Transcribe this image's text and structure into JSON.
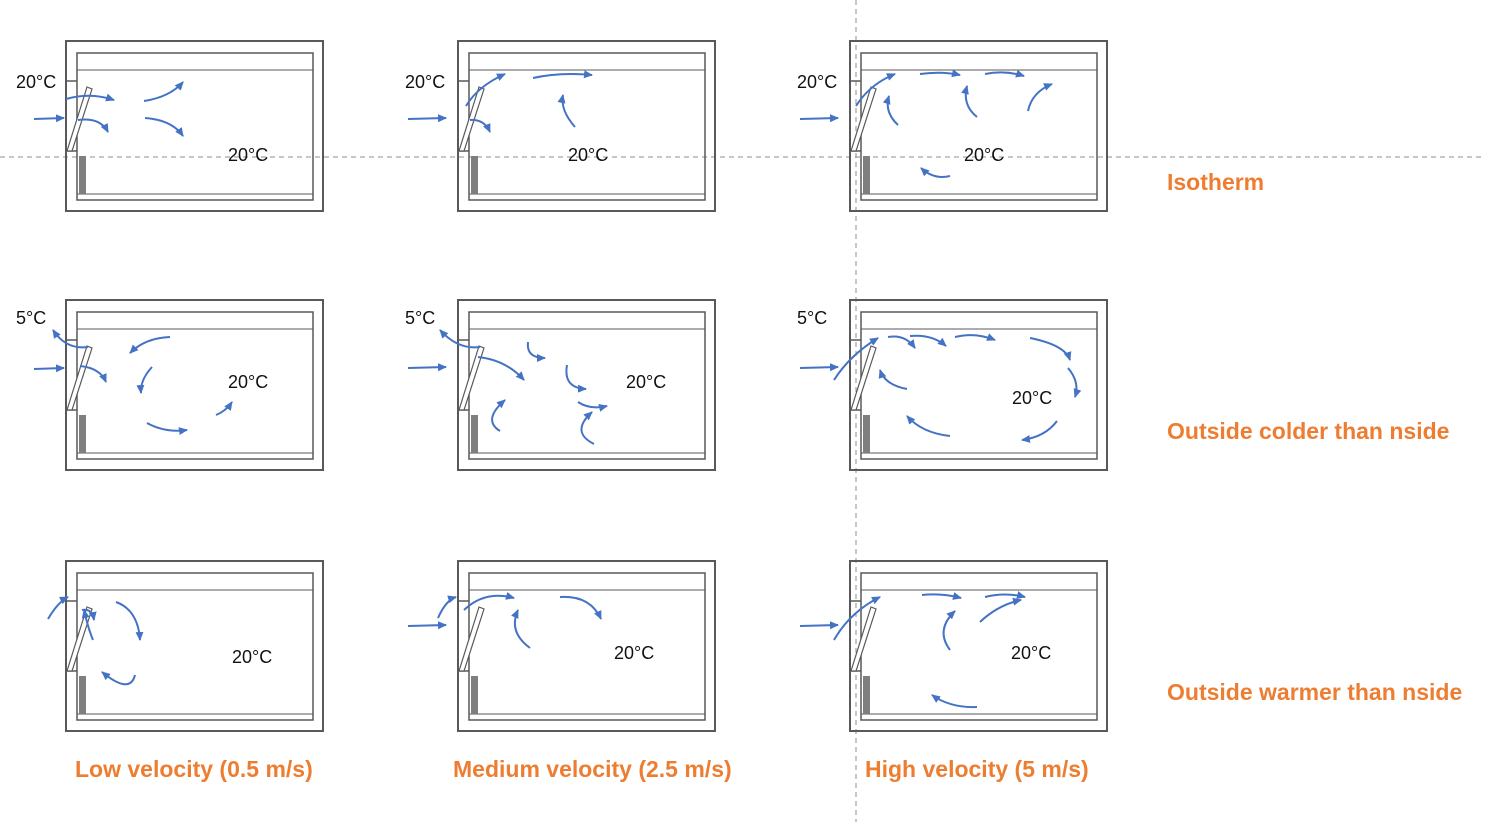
{
  "colors": {
    "accent": "#ED7D31",
    "arrow": "#4472C4",
    "frame": "#595959",
    "guide": "#8c8c8c",
    "heater": "#7f7f7f"
  },
  "rows": [
    {
      "label": "Isotherm"
    },
    {
      "label": "Outside colder than nside"
    },
    {
      "label": "Outside warmer than nside"
    }
  ],
  "columns": [
    {
      "label": "Low velocity (0.5 m/s)"
    },
    {
      "label": "Medium velocity (2.5 m/s)"
    },
    {
      "label": "High velocity (5 m/s)"
    }
  ],
  "panels": [
    [
      {
        "outside_temp": "20°C",
        "inside_temp": "20°C"
      },
      {
        "outside_temp": "20°C",
        "inside_temp": "20°C"
      },
      {
        "outside_temp": "20°C",
        "inside_temp": "20°C"
      }
    ],
    [
      {
        "outside_temp": "5°C",
        "inside_temp": "20°C"
      },
      {
        "outside_temp": "5°C",
        "inside_temp": "20°C"
      },
      {
        "outside_temp": "5°C",
        "inside_temp": "20°C"
      }
    ],
    [
      {
        "outside_temp": "",
        "inside_temp": "20°C"
      },
      {
        "outside_temp": "",
        "inside_temp": "20°C"
      },
      {
        "outside_temp": "",
        "inside_temp": "20°C"
      }
    ]
  ]
}
